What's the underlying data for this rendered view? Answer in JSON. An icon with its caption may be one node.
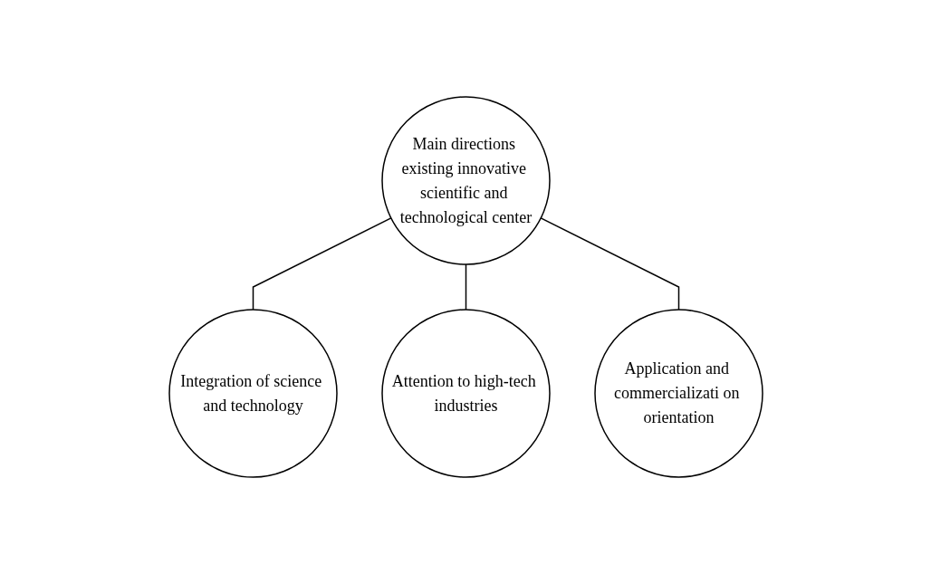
{
  "diagram": {
    "nodes": [
      {
        "text": [
          "Main directions existing innovative scientific and technological center"
        ]
      },
      {
        "text": [
          "Integration of science and technology"
        ]
      },
      {
        "text": [
          "Attention to high-tech industries"
        ]
      },
      {
        "text": [
          "Application and commercializati on orientation"
        ]
      }
    ],
    "edges": [
      {
        "from": 0,
        "to": 1,
        "arrow": "none"
      },
      {
        "from": 0,
        "to": 2,
        "arrow": "none"
      },
      {
        "from": 0,
        "to": 3,
        "arrow": "none"
      }
    ]
  }
}
